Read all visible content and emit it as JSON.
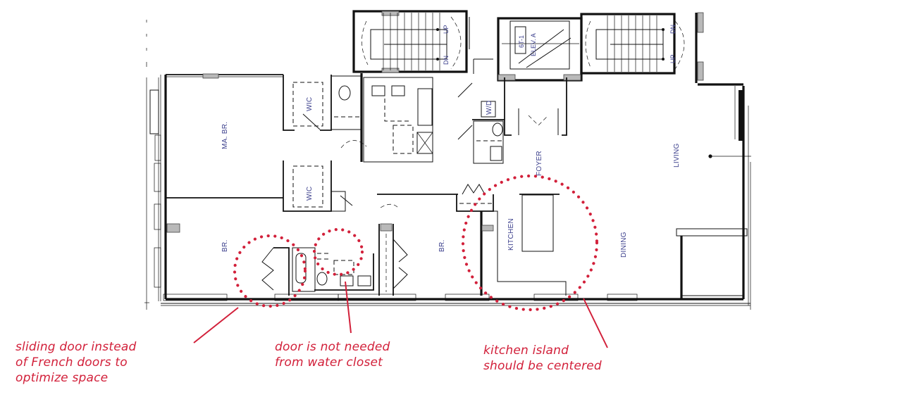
{
  "colors": {
    "annotation": "#d2203a",
    "wall": "#111111",
    "room_label": "#3b3f8c",
    "fixture_grey": "#b9b9b9"
  },
  "rooms": {
    "master_bedroom": "MA. BR.",
    "wic_upper": "WIC",
    "wic_lower": "WIC",
    "bedroom_left": "BR.",
    "bedroom_right": "BR.",
    "wd": "W/D",
    "foyer": "FOYER",
    "living": "LIVING",
    "kitchen": "KITCHEN",
    "dining": "DINING",
    "elevator": "ELEV. A",
    "elevator_tag": "6T-1"
  },
  "stairs": {
    "left_up": "UP",
    "left_dn": "DN",
    "right_dn": "DN",
    "right_up": "UP"
  },
  "annotations": [
    {
      "id": "sliding-door",
      "text": "sliding door instead\nof French doors to\noptimize space"
    },
    {
      "id": "water-closet-door",
      "text": "door is not needed\nfrom water closet"
    },
    {
      "id": "kitchen-island",
      "text": "kitchen island\nshould be centered"
    }
  ]
}
